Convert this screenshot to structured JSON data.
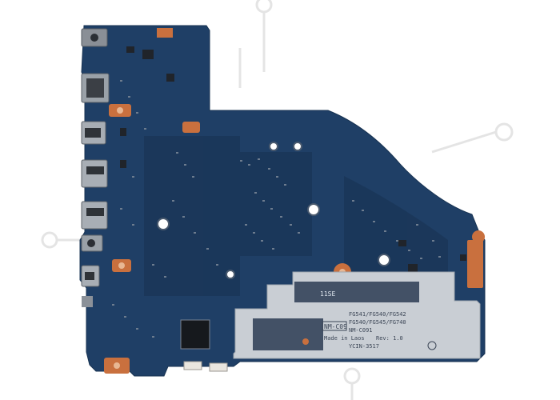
{
  "image": {
    "subject": "laptop motherboard",
    "background_color": "#ffffff",
    "pcb_color": "#1f3f66",
    "shield_color": "#c9ced4",
    "pad_color": "#c9703e",
    "watermark_color": "#e6e6e6"
  },
  "silkscreen": {
    "shield_model_line1": "NM-C09",
    "made_in": "Made in Laos",
    "rev": "Rev: 1.0",
    "small_label": "11SE",
    "lines": [
      "FG541/FG540/FG542",
      "FG540/FG545/FG740",
      "NM-C091",
      "YCIN-3517"
    ]
  }
}
